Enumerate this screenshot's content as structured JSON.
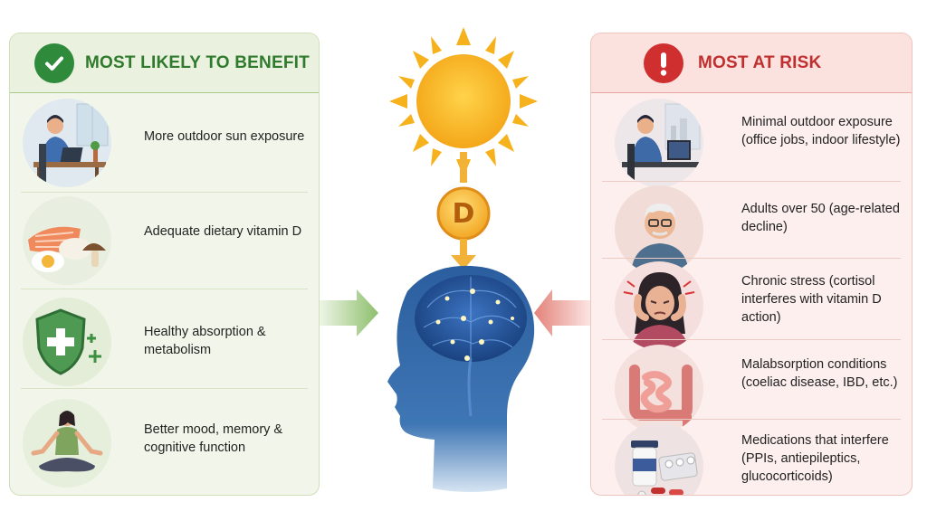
{
  "colors": {
    "benefit_accent": "#2f8a3c",
    "risk_accent": "#cf2f2f",
    "sun": "#f6b21c",
    "brain_blue": "#1f4d8c"
  },
  "benefit": {
    "title": "MOST LIKELY TO BENEFIT",
    "icon": "checkmark-icon",
    "items": [
      {
        "icon": "office-window-worker-icon",
        "text": "More outdoor sun exposure"
      },
      {
        "icon": "salmon-egg-mushroom-icon",
        "text": "Adequate dietary vitamin D"
      },
      {
        "icon": "shield-plus-icon",
        "text": "Healthy absorption & metabolism"
      },
      {
        "icon": "meditation-icon",
        "text": "Better mood, memory & cognitive function"
      }
    ]
  },
  "risk": {
    "title": "MOST AT RISK",
    "icon": "exclamation-icon",
    "items": [
      {
        "icon": "desk-worker-icon",
        "text": "Minimal outdoor exposure (office jobs, indoor lifestyle)"
      },
      {
        "icon": "older-adult-icon",
        "text": "Adults over 50 (age-related decline)"
      },
      {
        "icon": "stressed-person-icon",
        "text": "Chronic stress (cortisol interferes with vitamin D action)"
      },
      {
        "icon": "intestine-icon",
        "text": "Malabsorption conditions (coeliac disease, IBD, etc.)"
      },
      {
        "icon": "pills-icon",
        "text": "Medications that interfere (PPIs, antiepileptics, glucocorticoids)"
      }
    ]
  },
  "center": {
    "sun_icon": "sun-icon",
    "vitamin_label": "D",
    "brain_icon": "brain-head-icon"
  }
}
